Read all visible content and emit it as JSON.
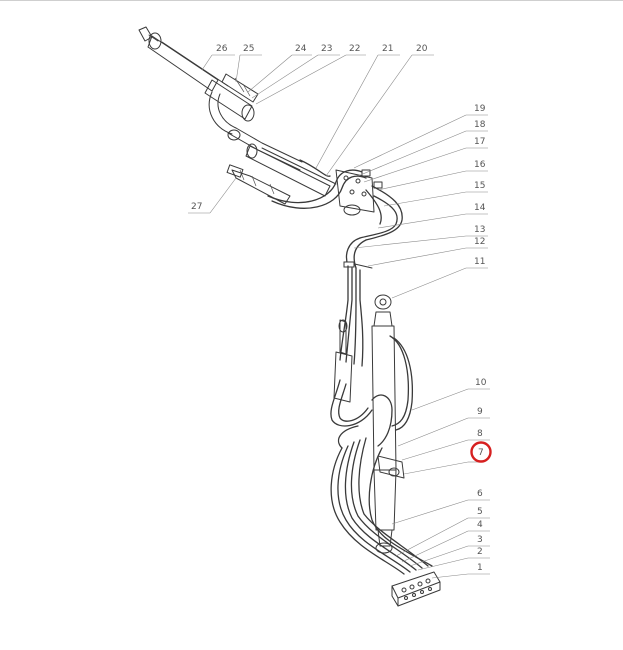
{
  "diagram": {
    "part_labels": {
      "p1": "1",
      "p2": "2",
      "p3": "3",
      "p4": "4",
      "p5": "5",
      "p6": "6",
      "p7": "7",
      "p8": "8",
      "p9": "9",
      "p10": "10",
      "p11": "11",
      "p12": "12",
      "p13": "13",
      "p14": "14",
      "p15": "15",
      "p16": "16",
      "p17": "17",
      "p18": "18",
      "p19": "19",
      "p20": "20",
      "p21": "21",
      "p22": "22",
      "p23": "23",
      "p24": "24",
      "p25": "25",
      "p26": "26",
      "p27": "27"
    },
    "highlight": {
      "part": "7",
      "color": "#d62020"
    },
    "line_color": "#3a3a3a"
  }
}
